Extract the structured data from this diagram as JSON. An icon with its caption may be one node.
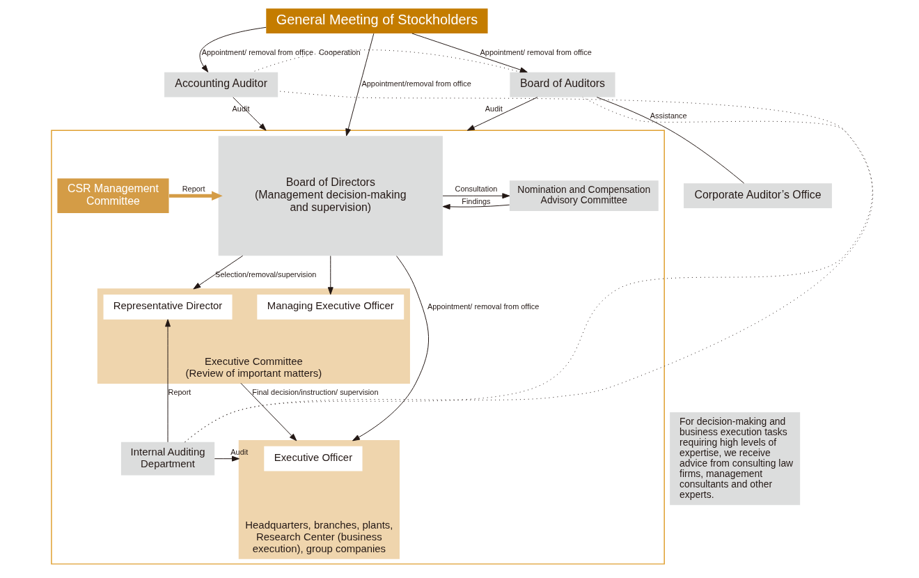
{
  "diagram": {
    "nodes": [
      {
        "text": [
          "General Meeting of Stockholders"
        ]
      },
      {
        "text": [],
        "shape": "box"
      },
      {
        "text": [
          "Board of Directors",
          "(Management decision-making and supervision)"
        ],
        "in": 1
      },
      {
        "text": [
          "Board of Auditors"
        ]
      },
      {
        "text": [
          "Corporate Auditor’s Office"
        ]
      },
      {
        "text": [
          "Accounting Auditor"
        ]
      },
      {
        "text": [
          "Nomination and Compensation Advisory Committee"
        ],
        "in": 1
      },
      {
        "text": [
          "CSR Management Committee"
        ],
        "in": 1
      },
      {
        "text": [
          "Executive Committee",
          "(Review of important matters)"
        ],
        "in": 1
      },
      {
        "text": [
          "Representative Director"
        ],
        "in": 8
      },
      {
        "text": [
          "Managing Executive Officer"
        ],
        "in": 8
      },
      {
        "text": [
          "Headquarters, branches, plants, Research Center (business execution), group companies"
        ],
        "in": 1
      },
      {
        "text": [
          "Executive Officer"
        ],
        "in": 11
      },
      {
        "text": [
          "Internal Auditing Department"
        ],
        "in": 1
      },
      {
        "text": [
          "For decision-making and business execution tasks requiring high levels of expertise, we receive advice from consulting law firms, management consultants and other experts."
        ]
      }
    ],
    "edges": [
      {
        "from": 0,
        "to": 2,
        "arrow": "to",
        "label": "Appointment/removal from office"
      },
      {
        "from": 0,
        "to": 3,
        "arrow": "to",
        "label": "Appointment/ removal from office"
      },
      {
        "from": 0,
        "to": 5,
        "arrow": "to",
        "label": "Appointment/ removal from office"
      },
      {
        "from": 3,
        "to": 1,
        "arrow": "to",
        "label": "Audit"
      },
      {
        "from": 3,
        "to": 4,
        "arrow": "none",
        "label": "Assistance"
      },
      {
        "from": 3,
        "to": 5,
        "arrow": "none",
        "label": "Cooperation",
        "style": "dashed"
      },
      {
        "from": 5,
        "to": 1,
        "arrow": "to",
        "label": "Audit"
      },
      {
        "from": 2,
        "to": 6,
        "arrow": "to",
        "label": "Consultation"
      },
      {
        "from": 6,
        "to": 2,
        "arrow": "to",
        "label": "Findings"
      },
      {
        "from": 7,
        "to": 2,
        "arrow": "to",
        "label": "Report",
        "style": "thick",
        "color": "#d49c46"
      },
      {
        "from": 2,
        "to": 8,
        "arrow": "to",
        "label": "Selection/removal/supervision"
      },
      {
        "from": 2,
        "to": 10,
        "arrow": "to"
      },
      {
        "from": 2,
        "to": 11,
        "arrow": "to",
        "label": "Appointment/ removal from office"
      },
      {
        "from": 8,
        "to": 11,
        "arrow": "to",
        "label": "Final decision/instruction/ supervision"
      },
      {
        "from": 13,
        "to": 9,
        "arrow": "to",
        "label": "Report"
      },
      {
        "from": 13,
        "to": 11,
        "arrow": "to",
        "label": "Audit"
      },
      {
        "from": 13,
        "to": 3,
        "arrow": "none",
        "style": "dashed"
      },
      {
        "from": 13,
        "to": 5,
        "arrow": "none",
        "style": "dashed"
      }
    ]
  }
}
